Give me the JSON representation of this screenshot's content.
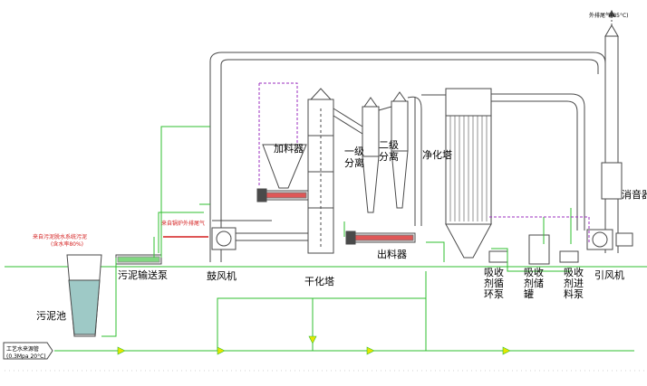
{
  "labels": {
    "exhaust_temp": "外排尾气(85°C)",
    "silencer": "消音器",
    "induced_fan": "引风机",
    "purifier": "净化塔",
    "absorber_pump": "吸收剂循环泵",
    "absorber_tank": "吸收剂储罐",
    "absorber_feed_pump": "吸收剂进料泵",
    "separator1_a": "一级",
    "separator1_b": "分离",
    "separator2_a": "二级",
    "separator2_b": "分离",
    "feeder": "加料器",
    "discharger": "出料器",
    "dryer": "干化塔",
    "blower": "鼓风机",
    "sludge_pump": "污泥输送泵",
    "sludge_pool": "污泥池",
    "sludge_source": "来自污泥脱水系统污泥",
    "sludge_source_sub": "(含水率80%)",
    "boiler_gas": "来自锅炉外排尾气",
    "cooling_water": "工艺水来源管",
    "cooling_water_sub": "(0.3Mpa 20°C)"
  },
  "colors": {
    "equipment": "#4a4a4a",
    "water_line": "#2fbf2f",
    "signal_line": "#9b2fbf",
    "heat": "#d41f1f",
    "fill_sludge": "#9ec9c6",
    "arrow": "#e6e600"
  }
}
